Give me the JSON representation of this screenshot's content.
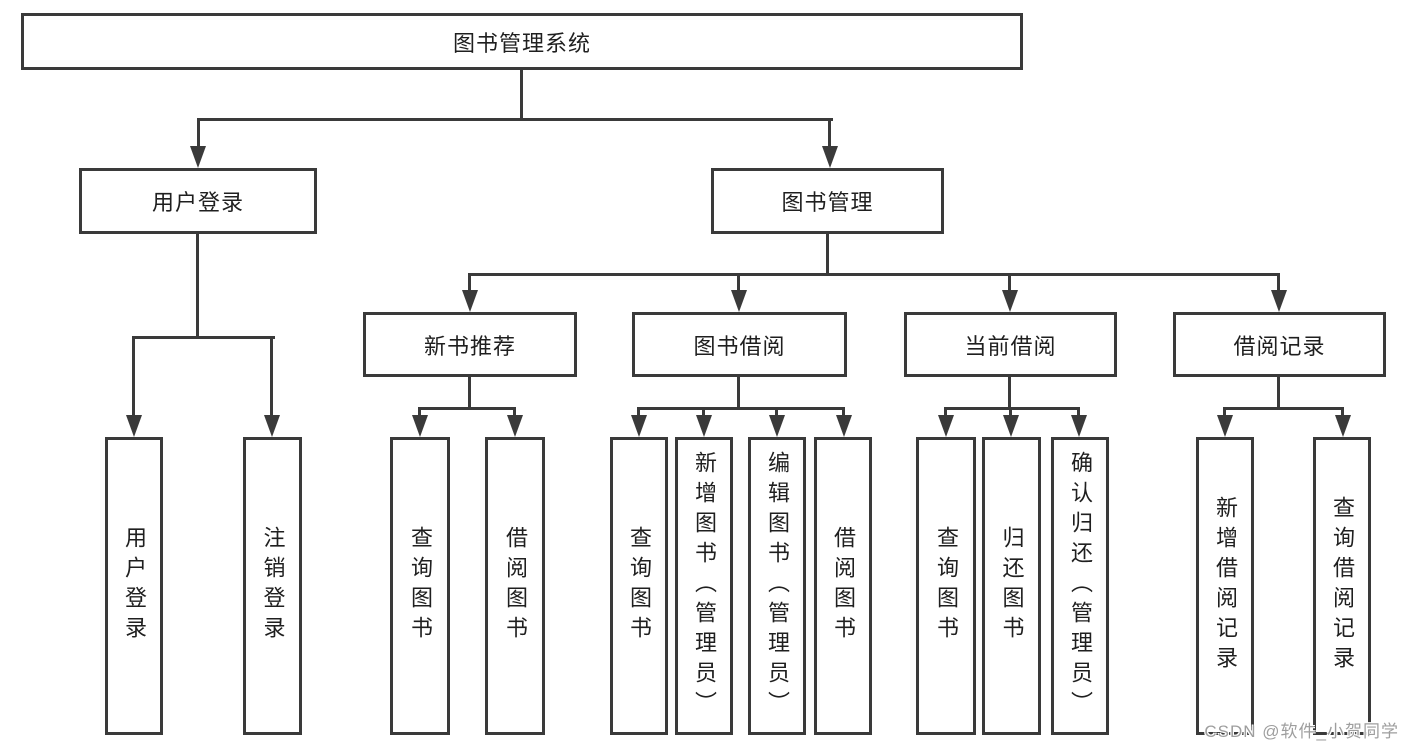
{
  "diagram": {
    "title": "图书管理系统",
    "type": "function-structure-tree",
    "colors": {
      "line": "#3a3a3a",
      "text": "#1f1f1f",
      "background": "#ffffff",
      "watermark_color": "#9e9e9e"
    },
    "watermark": "CSDN @软件_小贺同学",
    "nodes": {
      "root": {
        "label": "图书管理系统"
      },
      "user_login": {
        "label": "用户登录"
      },
      "book_mgmt": {
        "label": "图书管理"
      },
      "new_book_rec": {
        "label": "新书推荐"
      },
      "book_borrow": {
        "label": "图书借阅"
      },
      "current_borrow": {
        "label": "当前借阅"
      },
      "borrow_record": {
        "label": "借阅记录"
      },
      "leaf_user_login": {
        "label": "用户登录"
      },
      "leaf_logout": {
        "label": "注销登录"
      },
      "leaf_query_book_1": {
        "label": "查询图书"
      },
      "leaf_borrow_book_1": {
        "label": "借阅图书"
      },
      "leaf_query_book_2": {
        "label": "查询图书"
      },
      "leaf_add_book": {
        "label": "新增图书（管理员）"
      },
      "leaf_edit_book": {
        "label": "编辑图书（管理员）"
      },
      "leaf_borrow_book_2": {
        "label": "借阅图书"
      },
      "leaf_query_book_3": {
        "label": "查询图书"
      },
      "leaf_return_book": {
        "label": "归还图书"
      },
      "leaf_confirm_return": {
        "label": "确认归还（管理员）"
      },
      "leaf_add_record": {
        "label": "新增借阅记录"
      },
      "leaf_query_record": {
        "label": "查询借阅记录"
      }
    },
    "hierarchy": {
      "图书管理系统": {
        "用户登录": [
          "用户登录",
          "注销登录"
        ],
        "图书管理": {
          "新书推荐": [
            "查询图书",
            "借阅图书"
          ],
          "图书借阅": [
            "查询图书",
            "新增图书（管理员）",
            "编辑图书（管理员）",
            "借阅图书"
          ],
          "当前借阅": [
            "查询图书",
            "归还图书",
            "确认归还（管理员）"
          ],
          "借阅记录": [
            "新增借阅记录",
            "查询借阅记录"
          ]
        }
      }
    }
  }
}
